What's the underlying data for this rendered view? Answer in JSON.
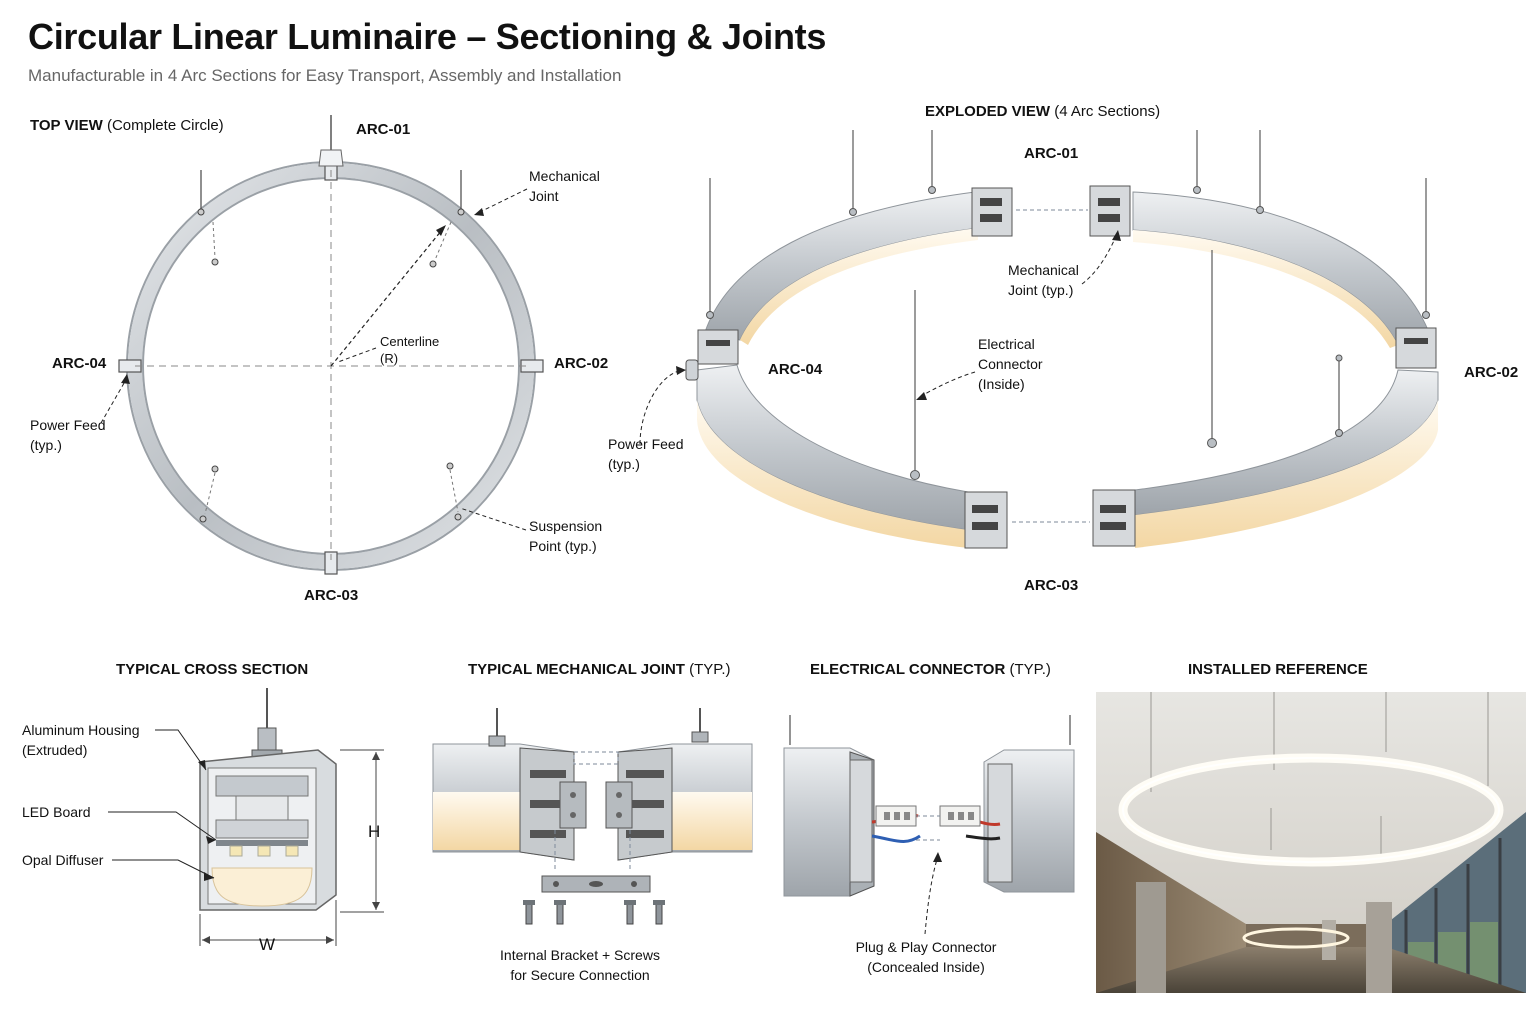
{
  "header": {
    "title": "Circular Linear Luminaire – Sectioning & Joints",
    "subtitle": "Manufacturable in 4 Arc Sections for Easy Transport, Assembly and Installation"
  },
  "top_view": {
    "heading_bold": "TOP VIEW",
    "heading_rest": "(Complete Circle)",
    "arc_labels": {
      "arc01": "ARC-01",
      "arc02": "ARC-02",
      "arc03": "ARC-03",
      "arc04": "ARC-04"
    },
    "callouts": {
      "mech_joint_1": "Mechanical",
      "mech_joint_2": "Joint",
      "centerline_1": "Centerline",
      "centerline_2": "(R)",
      "power_feed_1": "Power Feed",
      "power_feed_2": "(typ.)",
      "suspension_1": "Suspension",
      "suspension_2": "Point (typ.)"
    }
  },
  "exploded_view": {
    "heading_bold": "EXPLODED VIEW",
    "heading_rest": "(4 Arc Sections)",
    "arc_labels": {
      "arc01": "ARC-01",
      "arc02": "ARC-02",
      "arc03": "ARC-03",
      "arc04": "ARC-04"
    },
    "callouts": {
      "mech_joint_1": "Mechanical",
      "mech_joint_2": "Joint (typ.)",
      "elec_conn_1": "Electrical",
      "elec_conn_2": "Connector",
      "elec_conn_3": "(Inside)",
      "power_feed_1": "Power Feed",
      "power_feed_2": "(typ.)"
    }
  },
  "cross_section": {
    "heading": "TYPICAL CROSS SECTION",
    "housing_1": "Aluminum Housing",
    "housing_2": "(Extruded)",
    "led_board": "LED Board",
    "diffuser": "Opal Diffuser",
    "dim_h": "H",
    "dim_w": "W"
  },
  "mech_joint_detail": {
    "heading_bold": "TYPICAL MECHANICAL JOINT",
    "heading_rest": "(TYP.)",
    "caption_1": "Internal Bracket + Screws",
    "caption_2": "for Secure Connection"
  },
  "elec_connector_detail": {
    "heading_bold": "ELECTRICAL CONNECTOR",
    "heading_rest": "(TYP.)",
    "caption_1": "Plug & Play Connector",
    "caption_2": "(Concealed Inside)"
  },
  "installed_reference": {
    "heading": "INSTALLED REFERENCE"
  },
  "colors": {
    "aluminum": "#c9cdd1",
    "aluminum_dark": "#8f959b",
    "diffuser": "#fbf1dc",
    "glow": "#f6d9a3",
    "leader": "#333333",
    "dash": "#8a96a8"
  }
}
